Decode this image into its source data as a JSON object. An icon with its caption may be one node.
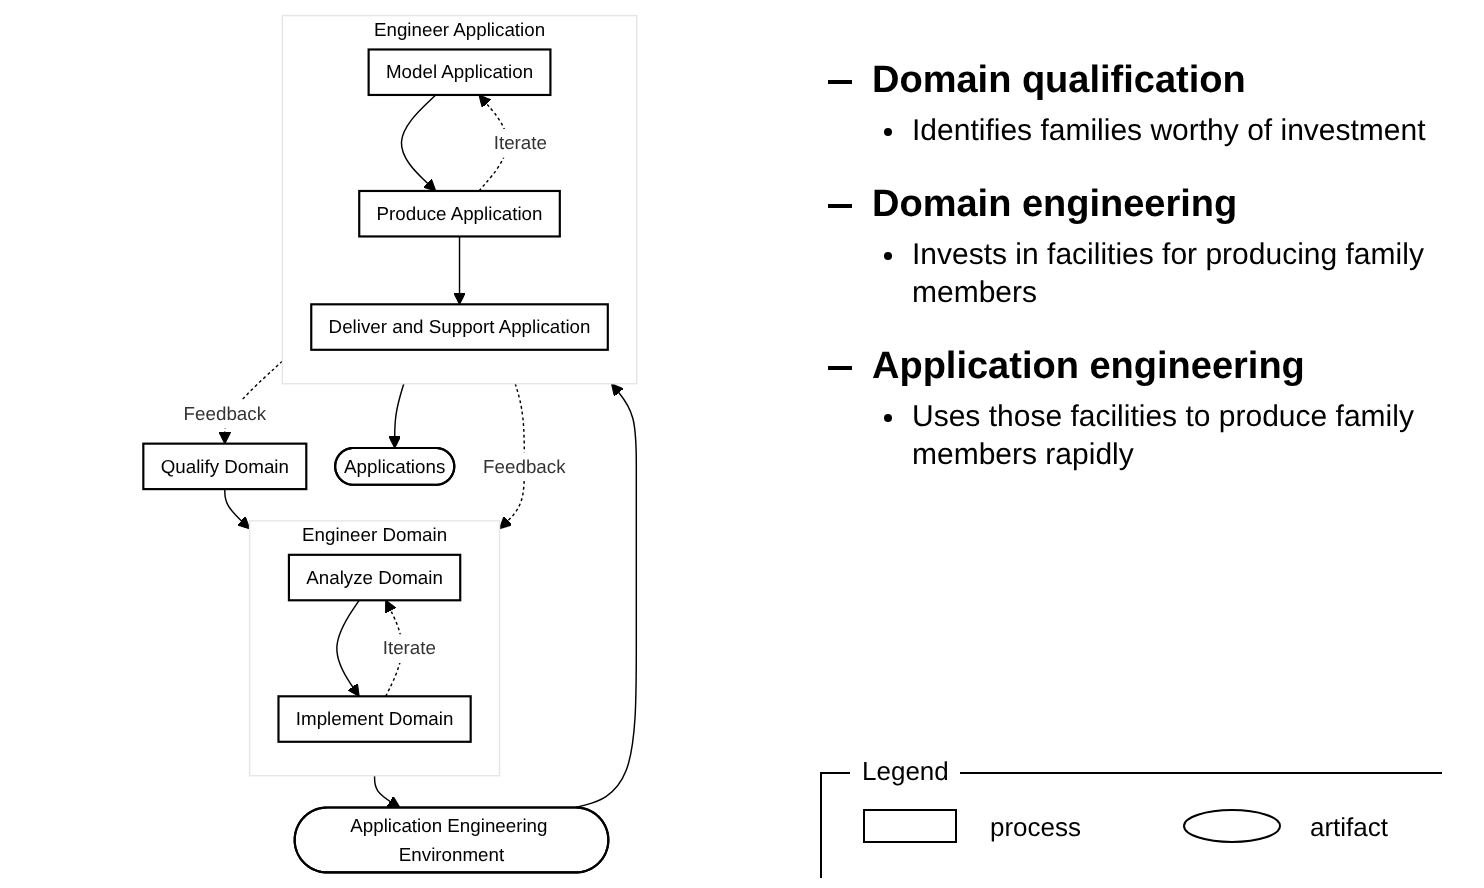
{
  "diagram": {
    "nodes": [
      {
        "text": [
          "Qualify Domain"
        ]
      },
      {
        "text": [
          "Engineer Domain"
        ]
      },
      {
        "text": [
          "Analyze Domain"
        ],
        "in": 1
      },
      {
        "text": [
          "Implement Domain"
        ],
        "in": 1
      },
      {
        "text": [
          "Application Engineering Environment"
        ]
      },
      {
        "text": [
          "Engineer Application"
        ]
      },
      {
        "text": [
          "Model Application"
        ],
        "in": 5
      },
      {
        "text": [
          "Produce Application"
        ],
        "in": 5
      },
      {
        "text": [
          "Deliver and Support Application"
        ],
        "in": 5
      },
      {
        "text": [
          "Applications"
        ]
      }
    ],
    "edges": [
      {
        "from": 0,
        "to": 1,
        "arrow": "to"
      },
      {
        "from": 2,
        "to": 3,
        "arrow": "to"
      },
      {
        "from": 3,
        "to": 2,
        "arrow": "to",
        "label": "Iterate",
        "style": "dashed"
      },
      {
        "from": 1,
        "to": 4,
        "arrow": "to"
      },
      {
        "from": 4,
        "to": 5,
        "arrow": "to"
      },
      {
        "from": 6,
        "to": 7,
        "arrow": "to"
      },
      {
        "from": 7,
        "to": 8,
        "arrow": "to"
      },
      {
        "from": 7,
        "to": 6,
        "arrow": "to",
        "label": "Iterate",
        "style": "dashed"
      },
      {
        "from": 5,
        "to": 9,
        "arrow": "to"
      },
      {
        "from": 5,
        "to": 0,
        "arrow": "to",
        "label": "Feedback",
        "style": "dashed"
      },
      {
        "from": 5,
        "to": 1,
        "arrow": "to",
        "label": "Feedback",
        "style": "dashed"
      }
    ],
    "labels": [
      "Domain qualification",
      "Identifies families worthy of investment",
      "Domain engineering",
      "Invests in facilities for producing family members",
      "Application engineering",
      "Uses those facilities to produce family members rapidly",
      "Legend"
    ],
    "legend": [
      {
        "text": "process"
      },
      {
        "text": "artifact"
      }
    ]
  }
}
